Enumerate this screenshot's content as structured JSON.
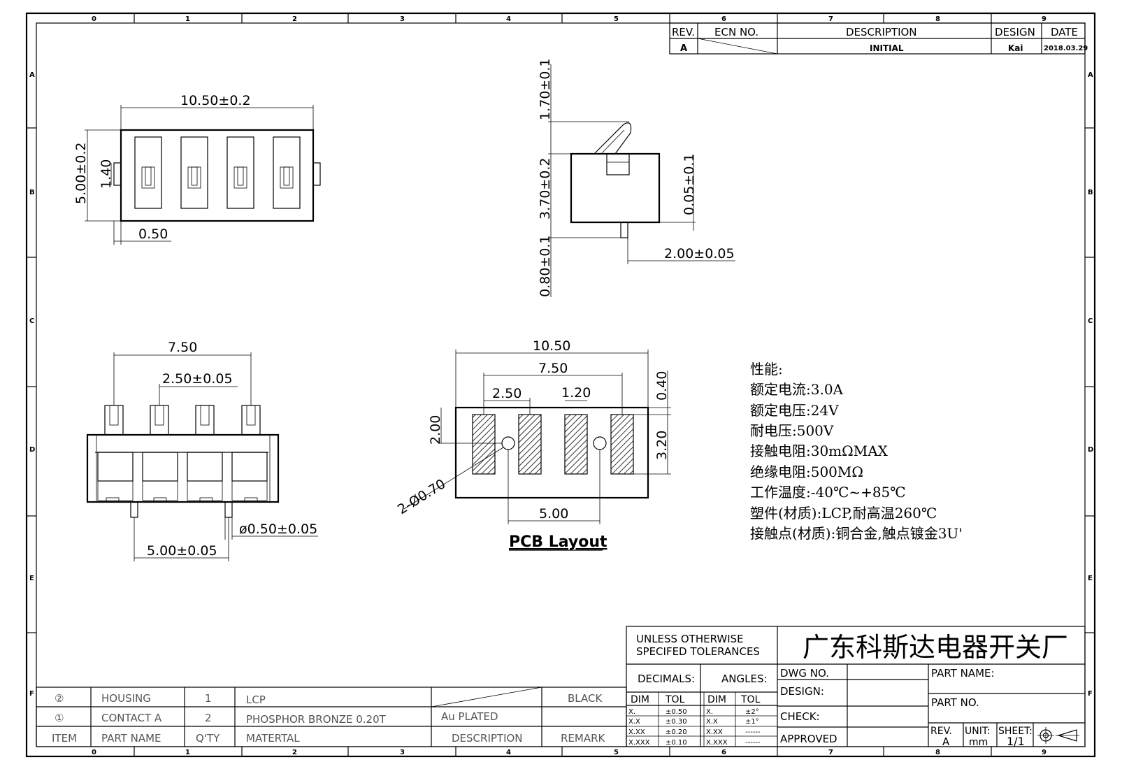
{
  "zones": {
    "columns": [
      "0",
      "1",
      "2",
      "3",
      "4",
      "5",
      "6",
      "7",
      "8",
      "9"
    ],
    "rows": [
      "A",
      "B",
      "C",
      "D",
      "E",
      "F"
    ]
  },
  "revision_block": {
    "headers": {
      "rev": "REV.",
      "ecn": "ECN NO.",
      "description": "DESCRIPTION",
      "design": "DESIGN",
      "date": "DATE"
    },
    "row": {
      "rev": "A",
      "description": "INITIAL",
      "design": "Kai",
      "date": "2018.03.29"
    }
  },
  "top_view": {
    "width_dim": "10.50±0.2",
    "height_dim": "5.00±0.2",
    "slot_dim": "1.40",
    "offset_dim": "0.50"
  },
  "side_view": {
    "top_dim": "1.70±0.1",
    "body_dim": "3.70±0.2",
    "pin_dim": "0.80±0.1",
    "standoff_dim": "0.05±0.1",
    "pin_offset_dim": "2.00±0.05"
  },
  "front_view": {
    "span_dim": "7.50",
    "pitch_dim": "2.50±0.05",
    "pin_dia_dim": "ø0.50±0.05",
    "post_span_dim": "5.00±0.05"
  },
  "pcb_layout": {
    "width_dim": "10.50",
    "span_dim": "7.50",
    "pitch_dim": "2.50",
    "pad_width_dim": "1.20",
    "pad_offset_dim": "0.40",
    "pad_height_dim": "3.20",
    "hole_offset_dim": "2.00",
    "hole_span_dim": "5.00",
    "hole_dim": "2-Ø0.70",
    "title": "PCB Layout"
  },
  "specs": {
    "heading": "性能:",
    "lines": [
      "额定电流:3.0A",
      "额定电压:24V",
      "耐电压:500V",
      "接触电阻:30mΩMAX",
      "绝缘电阻:500MΩ",
      "工作温度:-40℃~+85℃",
      "塑件(材质):LCP,耐高温260℃",
      "接触点(材质):铜合金,触点镀金3U'"
    ]
  },
  "bom": {
    "rows": [
      {
        "item": "②",
        "name": "HOUSING",
        "qty": "1",
        "material": "LCP",
        "description": "",
        "remark": "BLACK"
      },
      {
        "item": "①",
        "name": "CONTACT A",
        "qty": "2",
        "material": "PHOSPHOR BRONZE 0.20T",
        "description": "Au PLATED",
        "remark": ""
      }
    ],
    "header": {
      "item": "ITEM",
      "name": "PART NAME",
      "qty": "Q'TY",
      "material": "MATERTAL",
      "description": "DESCRIPTION",
      "remark": "REMARK"
    }
  },
  "title_block": {
    "tolerance_note_1": "UNLESS OTHERWISE",
    "tolerance_note_2": "SPECIFED TOLERANCES",
    "company": "广东科斯达电器开关厂",
    "decimals": "DECIMALS:",
    "angles": "ANGLES:",
    "dim": "DIM",
    "tol": "TOL",
    "decimal_rows": [
      {
        "dim": "X.",
        "tol": "±0.50"
      },
      {
        "dim": "X.X",
        "tol": "±0.30"
      },
      {
        "dim": "X.XX",
        "tol": "±0.20"
      },
      {
        "dim": "X.XXX",
        "tol": "±0.10"
      }
    ],
    "angle_rows": [
      {
        "dim": "X.",
        "tol": "±2°"
      },
      {
        "dim": "X.X",
        "tol": "±1°"
      },
      {
        "dim": "X.XX",
        "tol": "------"
      },
      {
        "dim": "X.XXX",
        "tol": "------"
      }
    ],
    "dwg_no": "DWG NO.",
    "design": "DESIGN:",
    "check": "CHECK:",
    "approved": "APPROVED",
    "part_name": "PART NAME:",
    "part_no": "PART NO.",
    "rev_label": "REV.",
    "rev_value": "A",
    "unit_label": "UNIT:",
    "unit_value": "mm",
    "sheet_label": "SHEET:",
    "sheet_value": "1/1"
  }
}
